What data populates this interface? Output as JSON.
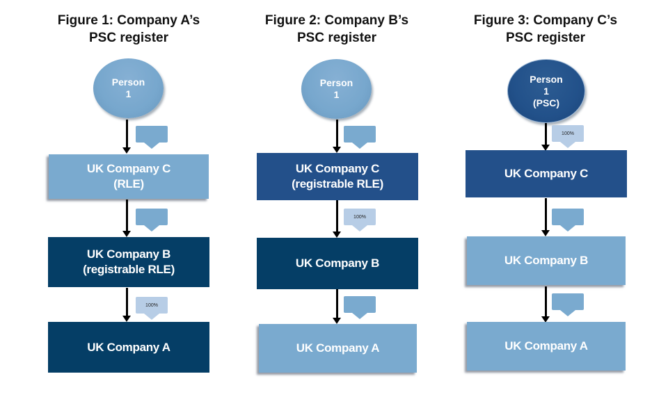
{
  "figures": [
    {
      "title_line1": "Figure 1: Company A’s",
      "title_line2": "PSC register",
      "person": {
        "line1": "Person",
        "line2": "1",
        "line3": "",
        "style": "light"
      },
      "callouts": [
        "",
        "",
        "100%"
      ],
      "boxes": [
        {
          "line1": "UK Company C",
          "line2": "(RLE)",
          "style": "light"
        },
        {
          "line1": "UK Company B",
          "line2": "(registrable RLE)",
          "style": "dark"
        },
        {
          "line1": "UK Company A",
          "line2": "",
          "style": "dark"
        }
      ]
    },
    {
      "title_line1": "Figure 2: Company B’s",
      "title_line2": "PSC register",
      "person": {
        "line1": "Person",
        "line2": "1",
        "line3": "",
        "style": "light"
      },
      "callouts": [
        "",
        "100%",
        ""
      ],
      "boxes": [
        {
          "line1": "UK Company C",
          "line2": "(registrable RLE)",
          "style": "mid"
        },
        {
          "line1": "UK Company B",
          "line2": "",
          "style": "dark"
        },
        {
          "line1": "UK Company A",
          "line2": "",
          "style": "light"
        }
      ]
    },
    {
      "title_line1": "Figure 3: Company C’s",
      "title_line2": "PSC register",
      "person": {
        "line1": "Person",
        "line2": "1",
        "line3": "(PSC)",
        "style": "dark"
      },
      "callouts": [
        "100%",
        "",
        ""
      ],
      "boxes": [
        {
          "line1": "UK Company C",
          "line2": "",
          "style": "mid"
        },
        {
          "line1": "UK Company B",
          "line2": "",
          "style": "light"
        },
        {
          "line1": "UK Company A",
          "line2": "",
          "style": "light"
        }
      ]
    }
  ],
  "colors": {
    "light_blue": "#7aaacf",
    "medium_navy": "#23508a",
    "dark_navy": "#053e66",
    "callout_pale": "#b7cde6"
  }
}
